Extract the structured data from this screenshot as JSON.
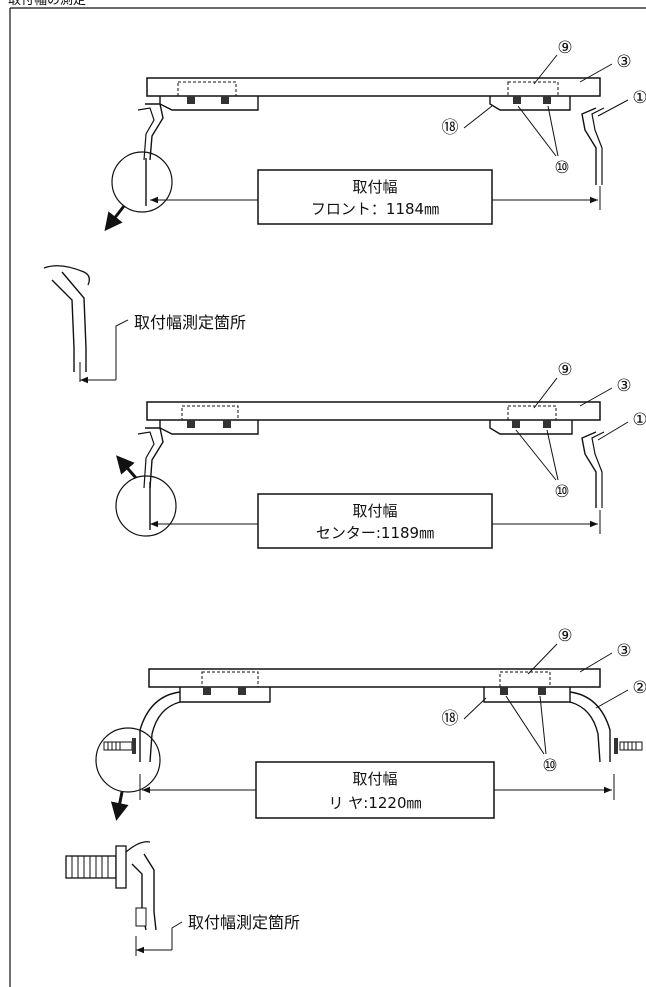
{
  "header_text": "取付幅の測定",
  "sections": [
    {
      "id": "front",
      "title": "取付幅",
      "value_line": "フロント：1184㎜",
      "parts": {
        "top": "⑨",
        "right_top": "③",
        "right_side": "①",
        "left_side": "⑱",
        "bolts": "⑩"
      }
    },
    {
      "id": "center",
      "title": "取付幅",
      "value_line": "センター:1189㎜",
      "parts": {
        "top": "⑨",
        "right_top": "③",
        "right_side": "①",
        "bolts": "⑩"
      }
    },
    {
      "id": "rear",
      "title": "取付幅",
      "value_line": "リ ヤ:1220㎜",
      "parts": {
        "top": "⑨",
        "right_top": "③",
        "right_side": "②",
        "left_side": "⑱",
        "bolts": "⑩"
      }
    }
  ],
  "callouts": [
    {
      "id": "measure-point-1",
      "text": "取付幅測定箇所"
    },
    {
      "id": "measure-point-2",
      "text": "取付幅測定箇所"
    }
  ]
}
